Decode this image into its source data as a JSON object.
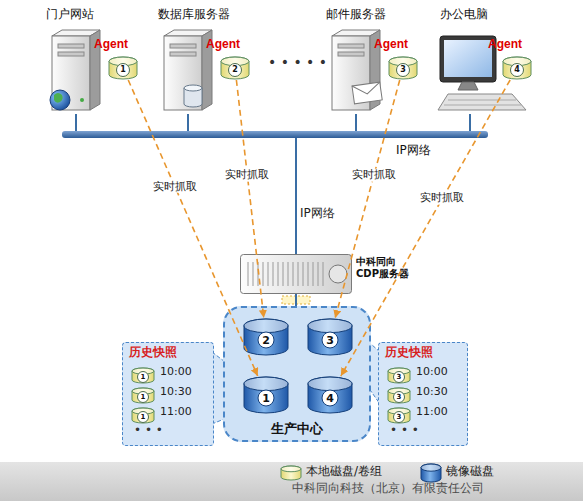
{
  "diagram": {
    "nodes": [
      {
        "text": [
          "门户网站",
          "Agent"
        ]
      },
      {
        "text": [
          "1"
        ],
        "in": 0
      },
      {
        "text": [
          "数据库服务器",
          "Agent"
        ]
      },
      {
        "text": [
          "2"
        ],
        "in": 2
      },
      {
        "text": [
          "邮件服务器",
          "Agent"
        ]
      },
      {
        "text": [
          "3"
        ],
        "in": 4
      },
      {
        "text": [
          "办公电脑",
          "Agent"
        ]
      },
      {
        "text": [
          "4"
        ],
        "in": 6
      },
      {
        "text": [
          "IP网络"
        ]
      },
      {
        "text": [
          "中科同向 CDP服务器"
        ]
      },
      {
        "text": [
          "历史快照"
        ]
      },
      {
        "text": [
          "1"
        ],
        "in": 10
      },
      {
        "text": [
          "1"
        ],
        "in": 10
      },
      {
        "text": [
          "1"
        ],
        "in": 10
      },
      {
        "text": [
          "生产中心"
        ]
      },
      {
        "text": [
          "2"
        ],
        "in": 14
      },
      {
        "text": [
          "3"
        ],
        "in": 14
      },
      {
        "text": [
          "1"
        ],
        "in": 14
      },
      {
        "text": [
          "4"
        ],
        "in": 14
      },
      {
        "text": [
          "历史快照"
        ]
      },
      {
        "text": [
          "3"
        ],
        "in": 19
      },
      {
        "text": [
          "3"
        ],
        "in": 19
      },
      {
        "text": [
          "3"
        ],
        "in": 19
      }
    ],
    "edges": [
      {
        "from": 0,
        "to": 8,
        "arrow": "none"
      },
      {
        "from": 2,
        "to": 8,
        "arrow": "none"
      },
      {
        "from": 4,
        "to": 8,
        "arrow": "none"
      },
      {
        "from": 6,
        "to": 8,
        "arrow": "none"
      },
      {
        "from": 8,
        "to": 9,
        "label": "IP网络",
        "arrow": "none"
      },
      {
        "from": 1,
        "to": 17,
        "label": "实时抓取",
        "arrow": "to"
      },
      {
        "from": 3,
        "to": 15,
        "label": "实时抓取",
        "arrow": "to"
      },
      {
        "from": 5,
        "to": 16,
        "label": "实时抓取",
        "arrow": "to"
      },
      {
        "from": 7,
        "to": 18,
        "label": "实时抓取",
        "arrow": "to"
      },
      {
        "from": 9,
        "to": 14,
        "arrow": "none"
      }
    ],
    "labels": [
      "• • • • •",
      "10:00",
      "10:30",
      "11:00",
      "• • •",
      "10:00",
      "10:30",
      "11:00",
      "• • •",
      "1",
      "1",
      "中科同向科技（北京）有限责任公司"
    ],
    "legend": [
      {
        "text": "本地磁盘/卷组"
      },
      {
        "text": "镜像磁盘"
      }
    ]
  }
}
